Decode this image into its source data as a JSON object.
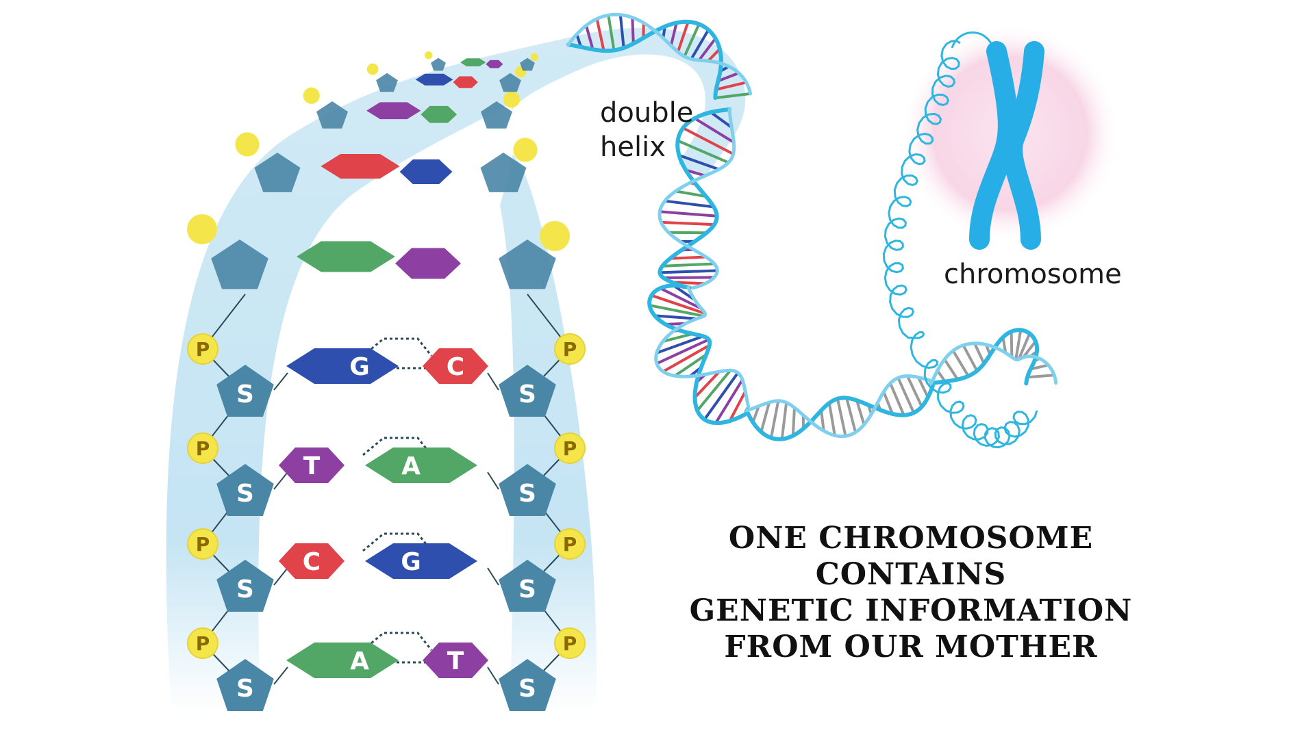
{
  "labels": {
    "double_helix": [
      "double",
      "helix"
    ],
    "chromosome": "chromosome"
  },
  "caption": [
    "ONE CHROMOSOME",
    "CONTAINS",
    "GENETIC INFORMATION",
    "FROM OUR MOTHER"
  ],
  "backbone": {
    "sugar_label": "S",
    "phosphate_label": "P"
  },
  "base_pairs": [
    {
      "left": "G",
      "right": "C"
    },
    {
      "left": "T",
      "right": "A"
    },
    {
      "left": "C",
      "right": "G"
    },
    {
      "left": "A",
      "right": "T"
    }
  ],
  "colors": {
    "G": "#2f4fae",
    "C": "#e0434a",
    "T": "#8e3fa2",
    "A": "#53a766",
    "sugar": "#4a86a6",
    "phosphate": "#f4e64a",
    "ribbon": "#bfe2f2",
    "helix_strand": "#2fb6e0",
    "chromosome": "#27aee6",
    "halo": "#f6d2e4"
  }
}
